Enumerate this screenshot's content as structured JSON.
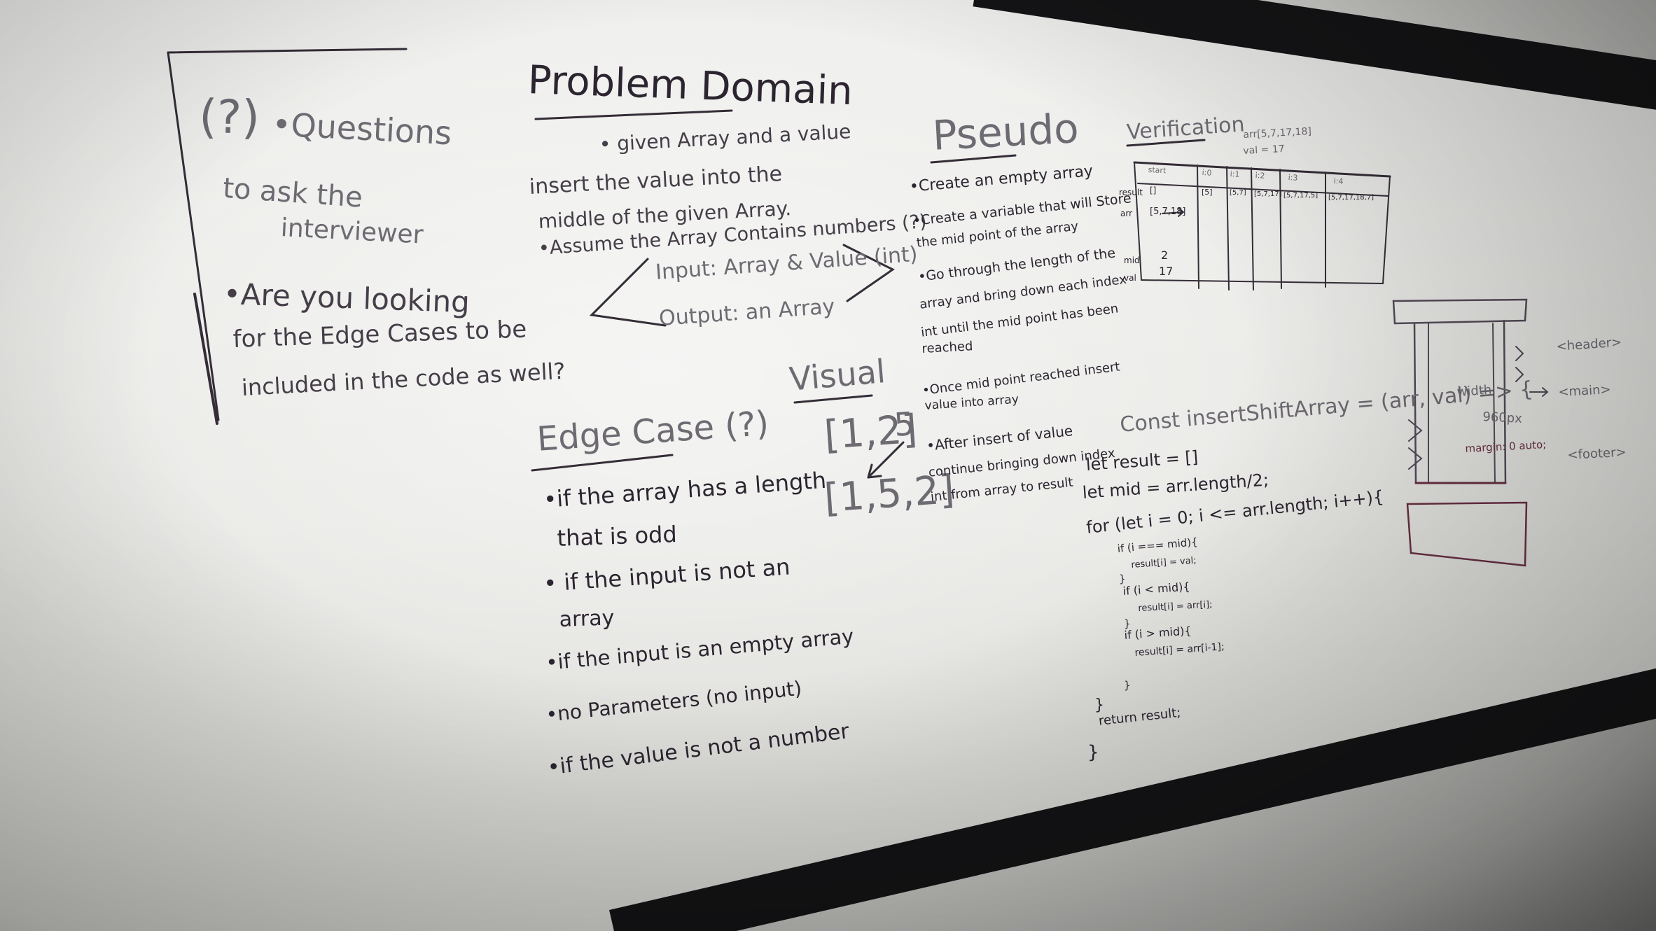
{
  "questions": {
    "heading_bracket": "(?)",
    "heading": "•Questions",
    "sub_line1": "to ask the",
    "sub_line2": "interviewer",
    "bullet_line1": "•Are you looking",
    "bullet_line2": "for the Edge Cases to be",
    "bullet_line3": "included in the code as well?"
  },
  "problem_domain": {
    "title": "Problem Domain",
    "line1": "• given Array and a value",
    "line2": "insert the value into the",
    "line3": "middle of the given Array.",
    "line4": "•Assume the Array Contains numbers (?)",
    "input": "Input: Array & Value (int)",
    "output": "Output: an Array"
  },
  "edge_case": {
    "title": "Edge Case (?)",
    "items": [
      "•if the array has a length",
      "that is odd",
      "• if the input is not an",
      "array",
      "•if the input is an empty array",
      "•no Parameters (no input)",
      "•if the value is not a number"
    ]
  },
  "visual": {
    "title": "Visual",
    "before": "[1,2]",
    "value": "5",
    "after": "[1,5,2]"
  },
  "pseudo": {
    "title": "Pseudo",
    "steps": [
      "•Create an empty array",
      "•Create a variable that will Store",
      "the mid point of the array",
      "•Go through the length of the",
      "array and bring down each index",
      "int until the mid point has been",
      "reached",
      "•Once mid point reached insert",
      "value into array",
      "•After insert of value",
      "continue bringing down index",
      "int from array to result"
    ]
  },
  "verification": {
    "title": "Verification",
    "arr_note": "arr[5,7,17,18]",
    "val_note": "val = 17",
    "columns": [
      "start",
      "i:0",
      "i:1",
      "i:2",
      "i:3",
      "i:4"
    ],
    "rows": [
      {
        "label": "result",
        "cells": [
          "[]",
          "[5]",
          "[5,7]",
          "[5,7,17]",
          "[5,7,17,5]",
          "[5,7,17,18,7]"
        ]
      },
      {
        "label": "arr",
        "cells": [
          "[5,7,18]"
        ]
      },
      {
        "label": "mid",
        "cells": [
          "2"
        ]
      },
      {
        "label": "val",
        "cells": [
          "17"
        ]
      }
    ]
  },
  "code": {
    "lines": [
      "Const insertShiftArray = (arr, val) => {",
      "let result = []",
      "let mid = arr.length/2;",
      "for (let i = 0; i <= arr.length; i++){",
      "if (i === mid){",
      "result[i] = val;",
      "}",
      "if (i < mid){",
      "result[i] = arr[i];",
      "}",
      "if (i > mid){",
      "result[i] = arr[i-1];",
      "}",
      "}",
      "return result;",
      "}"
    ]
  },
  "layout_sketch": {
    "header": "<header>",
    "main": "<main>",
    "footer": "<footer>",
    "width_label": "width:",
    "width_value": "960px",
    "margin_label": "margin: 0 auto;"
  }
}
